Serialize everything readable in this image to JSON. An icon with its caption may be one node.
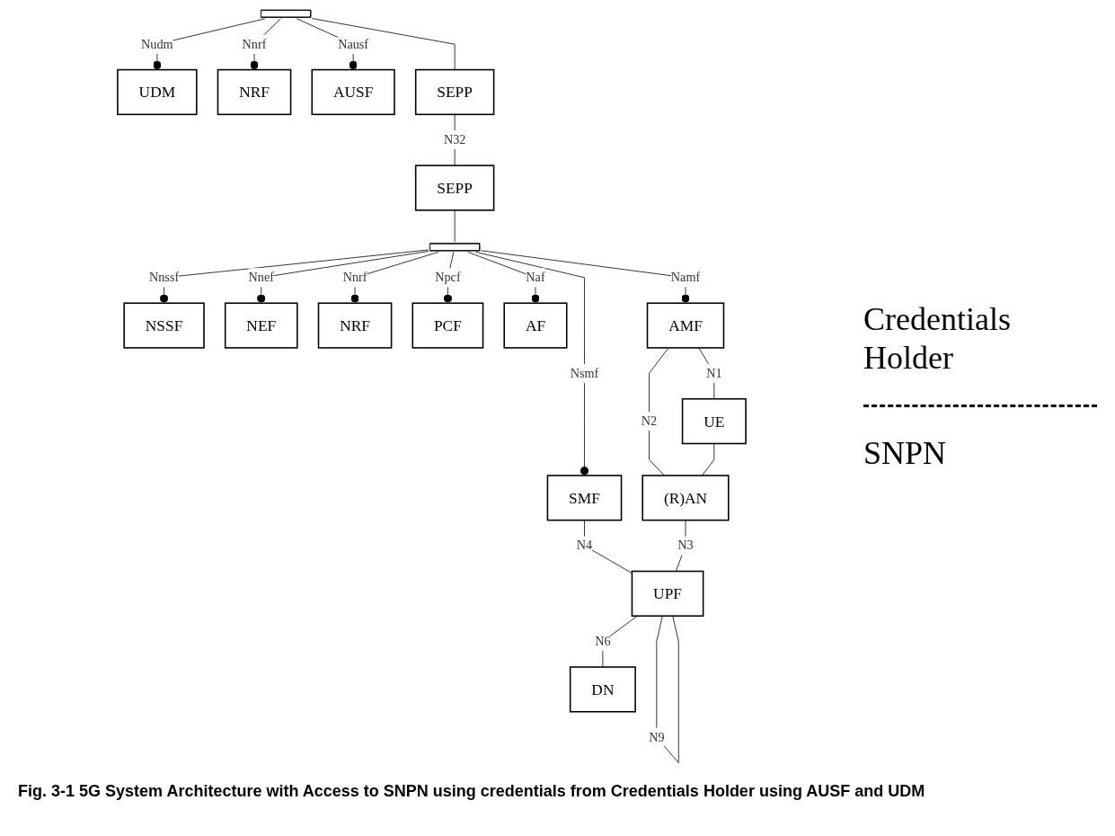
{
  "diagram": {
    "caption": "Fig. 3-1 5G System Architecture with Access to SNPN using credentials from Credentials Holder using AUSF and UDM",
    "nodes": [
      {
        "text": [
          "UDM"
        ]
      },
      {
        "text": [
          "NRF"
        ]
      },
      {
        "text": [
          "AUSF"
        ]
      },
      {
        "text": [],
        "shape": "bar"
      },
      {
        "text": [
          "SEPP"
        ]
      },
      {
        "text": [
          "NSSF"
        ]
      },
      {
        "text": [
          "NEF"
        ]
      },
      {
        "text": [
          "NRF"
        ]
      },
      {
        "text": [
          "PCF"
        ]
      },
      {
        "text": [
          "AF"
        ]
      },
      {
        "text": [],
        "shape": "bar"
      },
      {
        "text": [
          "SEPP"
        ]
      },
      {
        "text": [
          "AMF"
        ]
      },
      {
        "text": [
          "SMF"
        ]
      },
      {
        "text": [
          "(R)AN"
        ]
      },
      {
        "text": [
          "UPF"
        ]
      },
      {
        "text": [
          "DN"
        ]
      },
      {
        "text": [
          "UE"
        ]
      }
    ],
    "edges": [
      {
        "from": 3,
        "to": 0,
        "arrow": "other",
        "label": "Nudm"
      },
      {
        "from": 3,
        "to": 1,
        "arrow": "other",
        "label": "Nnrf"
      },
      {
        "from": 3,
        "to": 2,
        "arrow": "other",
        "label": "Nausf"
      },
      {
        "from": 3,
        "to": 4,
        "arrow": "none"
      },
      {
        "from": 4,
        "to": 11,
        "arrow": "none",
        "label": "N32"
      },
      {
        "from": 10,
        "to": 5,
        "arrow": "other",
        "label": "Nnssf"
      },
      {
        "from": 10,
        "to": 6,
        "arrow": "other",
        "label": "Nnef"
      },
      {
        "from": 10,
        "to": 7,
        "arrow": "other",
        "label": "Nnrf"
      },
      {
        "from": 10,
        "to": 8,
        "arrow": "other",
        "label": "Npcf"
      },
      {
        "from": 10,
        "to": 9,
        "arrow": "other",
        "label": "Naf"
      },
      {
        "from": 11,
        "to": 10,
        "arrow": "none"
      },
      {
        "from": 10,
        "to": 12,
        "arrow": "other",
        "label": "Namf"
      },
      {
        "from": 10,
        "to": 13,
        "arrow": "other",
        "label": "Nsmf"
      },
      {
        "from": 12,
        "to": 17,
        "arrow": "none",
        "label": "N1"
      },
      {
        "from": 12,
        "to": 14,
        "arrow": "none",
        "label": "N2"
      },
      {
        "from": 13,
        "to": 15,
        "arrow": "none",
        "label": "N4"
      },
      {
        "from": 17,
        "to": 14,
        "arrow": "none"
      },
      {
        "from": 14,
        "to": 15,
        "arrow": "none",
        "label": "N3"
      },
      {
        "from": 15,
        "to": 16,
        "arrow": "none",
        "label": "N6"
      },
      {
        "from": 15,
        "to": 15,
        "arrow": "none",
        "label": "N9"
      }
    ],
    "labels": [
      "Credentials Holder",
      "SNPN"
    ]
  }
}
